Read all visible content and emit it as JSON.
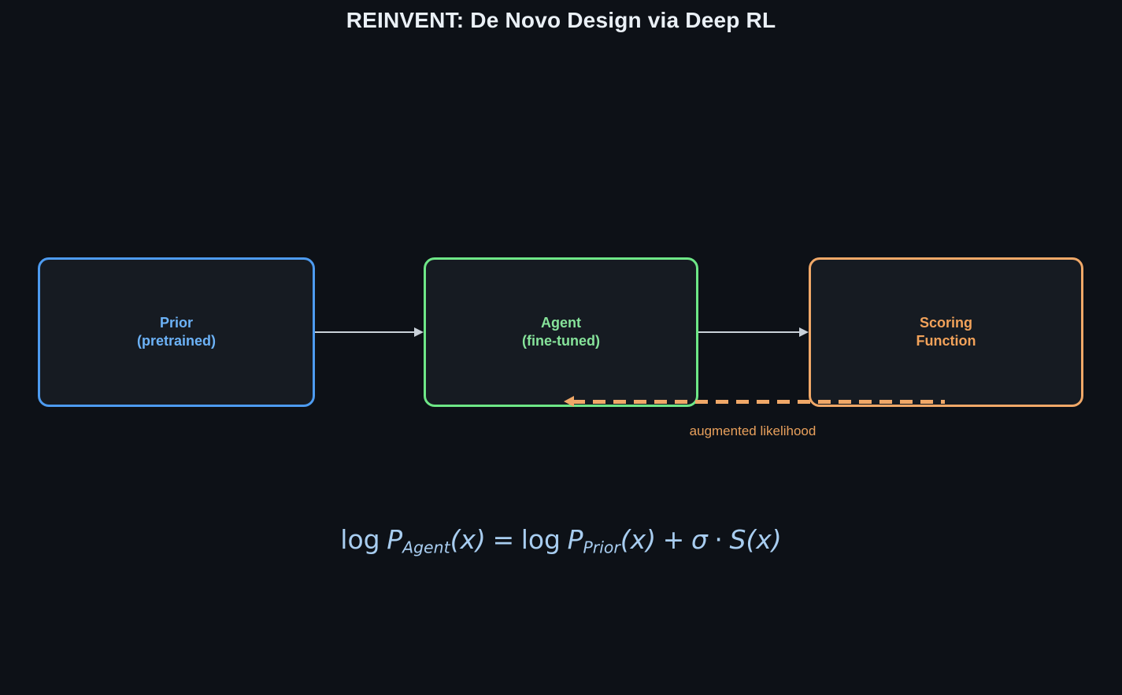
{
  "page": {
    "title": "REINVENT: De Novo Design via Deep RL",
    "background_color": "#0d1117"
  },
  "theme": {
    "background": "#0d1117",
    "node_fill": "#161b22",
    "title_color": "#eaf0f6",
    "prior_color": "#4d9bf0",
    "agent_color": "#6ee787",
    "scoring_color": "#f0a868",
    "arrow_color": "#c9d1d9",
    "formula_color": "#a8cdf0"
  },
  "nodes": [
    {
      "id": "prior",
      "label": "Prior\n(pretrained)",
      "line1": "Prior",
      "line2": "(pretrained)",
      "border_color": "#4d9bf0",
      "text_color": "#6cb2f7"
    },
    {
      "id": "agent",
      "label": "Agent\n(fine-tuned)",
      "line1": "Agent",
      "line2": "(fine-tuned)",
      "border_color": "#6ee787",
      "text_color": "#86e39a"
    },
    {
      "id": "scoring",
      "label": "Scoring\nFunction",
      "line1": "Scoring",
      "line2": "Function",
      "border_color": "#f0a868",
      "text_color": "#f2a25a"
    }
  ],
  "edges": [
    {
      "id": "prior-to-agent",
      "from": "prior",
      "to": "agent",
      "style": "solid",
      "color": "#c9d1d9",
      "label": ""
    },
    {
      "id": "agent-to-scoring",
      "from": "agent",
      "to": "scoring",
      "style": "solid",
      "color": "#c9d1d9",
      "label": ""
    },
    {
      "id": "scoring-to-agent-feedback",
      "from": "scoring",
      "to": "agent",
      "style": "dashed",
      "color": "#f0a868",
      "label": "augmented likelihood"
    }
  ],
  "formula": {
    "plain": "log P_Agent(x) = log P_Prior(x) + σ · S(x)",
    "lhs_log": "log",
    "lhs_p": "P",
    "lhs_sub": "Agent",
    "lhs_arg": "(x)",
    "equals": "=",
    "rhs_log": "log",
    "rhs_p": "P",
    "rhs_sub": "Prior",
    "rhs_arg": "(x)",
    "plus": "+",
    "sigma": "σ",
    "dot": "·",
    "score_fn": "S",
    "score_arg": "(x)"
  }
}
